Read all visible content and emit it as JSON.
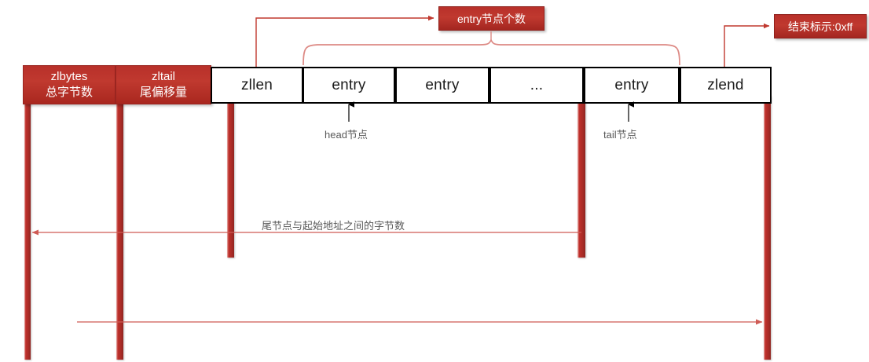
{
  "diagram": {
    "title": "ziplist structure",
    "colors": {
      "red": "#c0392f",
      "red_dark": "#a32620",
      "thin_red": "#d98b86",
      "black": "#000000",
      "note_gray": "#595959"
    },
    "header_blocks": [
      {
        "name": "zlbytes",
        "line1": "zlbytes",
        "line2": "总字节数"
      },
      {
        "name": "zltail",
        "line1": "zltail",
        "line2": "尾偏移量"
      }
    ],
    "cells": [
      {
        "name": "zllen",
        "label": "zllen"
      },
      {
        "name": "entry-head",
        "label": "entry"
      },
      {
        "name": "entry-2",
        "label": "entry"
      },
      {
        "name": "ellipsis",
        "label": "..."
      },
      {
        "name": "entry-tail",
        "label": "entry"
      },
      {
        "name": "zlend",
        "label": "zlend"
      }
    ],
    "callouts": [
      {
        "name": "entry-count",
        "label": "entry节点个数"
      },
      {
        "name": "end-marker",
        "label": "结束标示:0xff"
      }
    ],
    "notes": [
      {
        "name": "head-node",
        "label": "head节点"
      },
      {
        "name": "tail-node",
        "label": "tail节点"
      },
      {
        "name": "tail-offset-measure",
        "label": "尾节点与起始地址之间的字节数"
      }
    ]
  }
}
